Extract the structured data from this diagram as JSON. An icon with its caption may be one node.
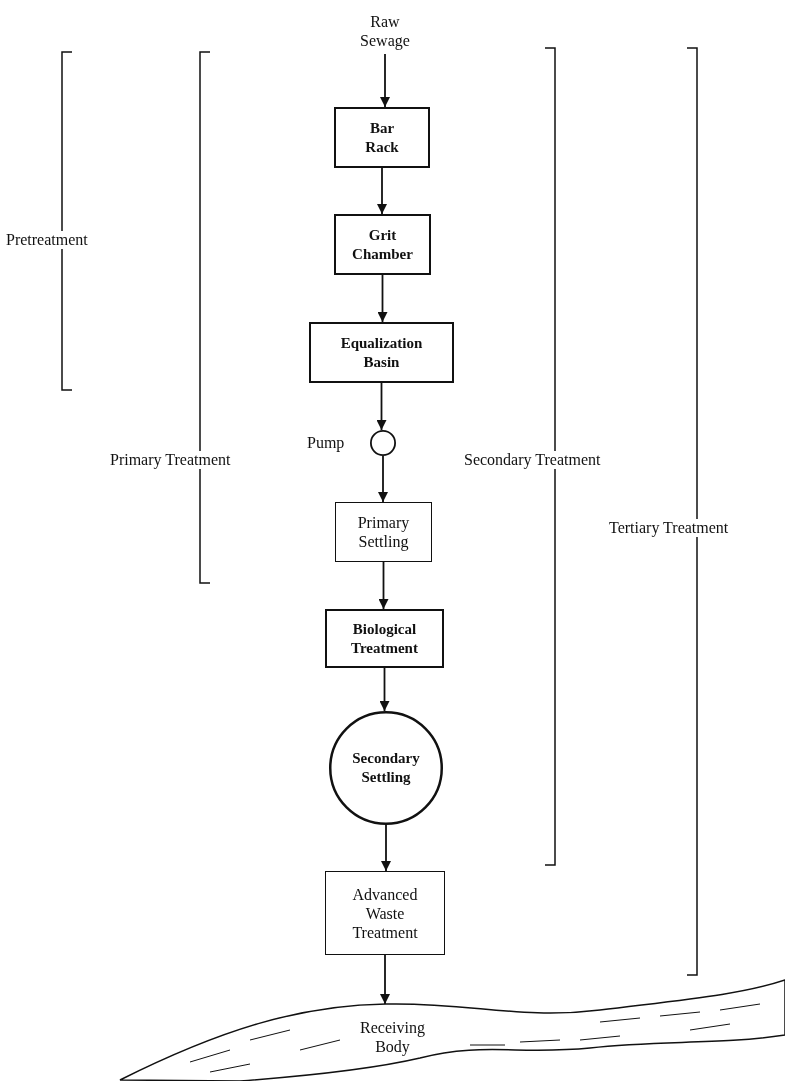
{
  "diagram": {
    "nodes": [
      {
        "text": [
          "Raw Sewage"
        ]
      },
      {
        "text": [
          "Bar Rack"
        ]
      },
      {
        "text": [
          "Grit Chamber"
        ]
      },
      {
        "text": [
          "Equalization Basin"
        ]
      },
      {
        "text": [],
        "shape": "circle",
        "beside": [
          "Pump"
        ]
      },
      {
        "text": [
          "Primary Settling"
        ]
      },
      {
        "text": [
          "Biological Treatment"
        ]
      },
      {
        "text": [
          "Secondary Settling"
        ]
      },
      {
        "text": [
          "Advanced Waste Treatment"
        ]
      },
      {
        "text": [
          "Receiving Body"
        ]
      }
    ],
    "edges": [
      {
        "from": 0,
        "to": 1,
        "arrow": "to"
      },
      {
        "from": 1,
        "to": 2,
        "arrow": "to"
      },
      {
        "from": 2,
        "to": 3,
        "arrow": "to"
      },
      {
        "from": 3,
        "to": 4,
        "arrow": "to"
      },
      {
        "from": 4,
        "to": 5,
        "arrow": "to"
      },
      {
        "from": 5,
        "to": 6,
        "arrow": "to"
      },
      {
        "from": 6,
        "to": 7,
        "arrow": "to"
      },
      {
        "from": 7,
        "to": 8,
        "arrow": "to"
      },
      {
        "from": 8,
        "to": 9,
        "arrow": "to"
      }
    ],
    "labels": [
      "Pretreatment",
      "Primary Treatment",
      "Secondary Treatment",
      "Tertiary Treatment"
    ]
  }
}
